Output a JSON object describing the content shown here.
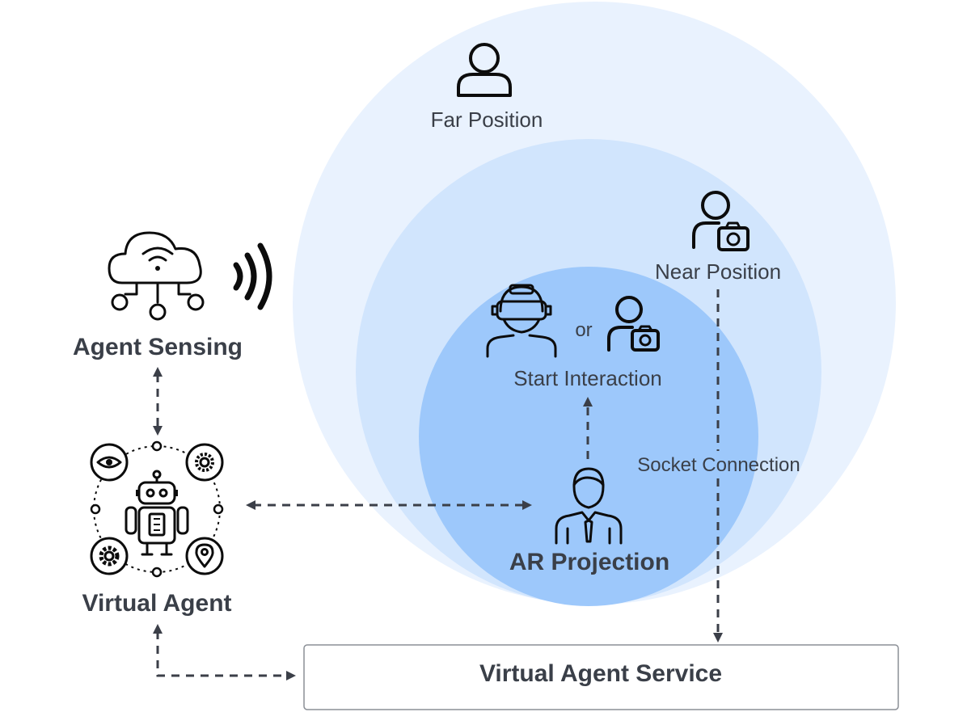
{
  "zones": {
    "far_label": "Far Position",
    "near_label": "Near Position",
    "start_label": "Start Interaction",
    "or_label": "or",
    "ar_label": "AR Projection"
  },
  "agent": {
    "sensing_label": "Agent Sensing",
    "virtual_agent_label": "Virtual Agent"
  },
  "connections": {
    "socket_label": "Socket Connection"
  },
  "service": {
    "label": "Virtual Agent Service"
  },
  "colors": {
    "far_zone": "#e9f2fe",
    "near_zone": "#d1e5fd",
    "ar_zone": "#9dc8fb",
    "text": "#3a3f48",
    "connector": "#3b3f48"
  },
  "icons": {
    "far_user": "user-icon",
    "near_user": "user-camera-icon",
    "vr_user": "vr-headset-user-icon",
    "camera_user": "user-camera-icon",
    "ar_person": "businessman-icon",
    "sensing": "cloud-wifi-network-icon",
    "signal": "wireless-signal-icon",
    "robot": "robot-icon"
  }
}
